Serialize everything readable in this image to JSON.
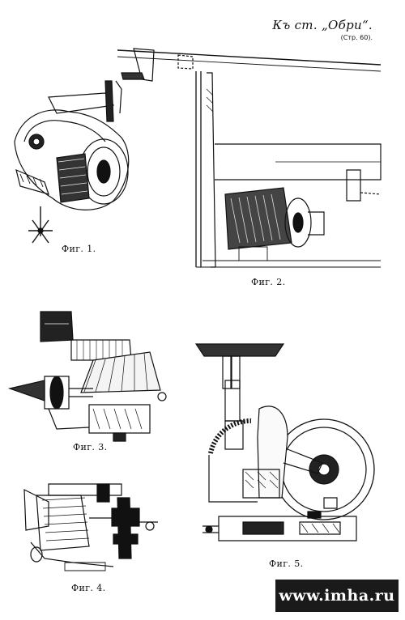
{
  "header": {
    "title": "Къ ст. „Обри“.",
    "page_ref": "(Стр. 60)."
  },
  "figures": [
    {
      "id": "fig1",
      "caption": "Фиг. 1."
    },
    {
      "id": "fig2",
      "caption": "Фиг. 2."
    },
    {
      "id": "fig3",
      "caption": "Фиг. 3."
    },
    {
      "id": "fig4",
      "caption": "Фиг. 4."
    },
    {
      "id": "fig5",
      "caption": "Фиг. 5."
    }
  ],
  "watermark": {
    "text": "www.imha.ru"
  },
  "colors": {
    "ink": "#111111",
    "paper": "#ffffff"
  }
}
